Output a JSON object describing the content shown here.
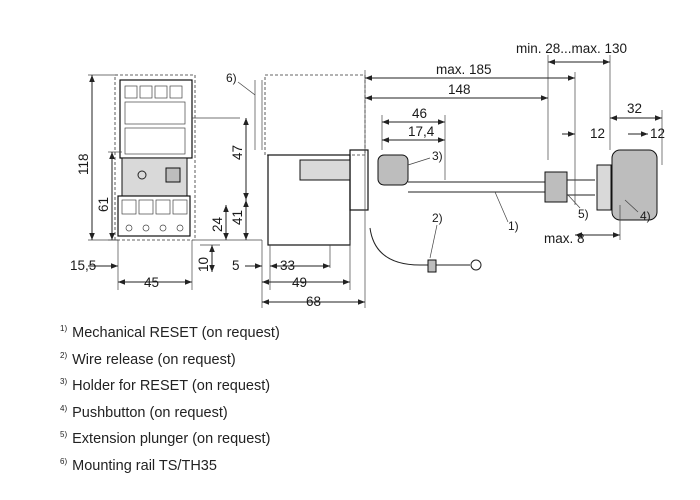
{
  "dimensions": {
    "min_max_range": "min. 28...max. 130",
    "max_185": "max. 185",
    "d148": "148",
    "d46": "46",
    "d17_4": "17,4",
    "d12_a": "12",
    "d32": "32",
    "d12_b": "12",
    "max_8": "max. 8",
    "d118": "118",
    "d61": "61",
    "d47": "47",
    "d41": "41",
    "d24": "24",
    "d10": "10",
    "d5": "5",
    "d15_5": "15,5",
    "d45": "45",
    "d33": "33",
    "d49": "49",
    "d68": "68"
  },
  "callouts": {
    "c1": "1)",
    "c2": "2)",
    "c3": "3)",
    "c4": "4)",
    "c5": "5)",
    "c6": "6)"
  },
  "legend": [
    {
      "mark": "1)",
      "text": "Mechanical RESET (on request)"
    },
    {
      "mark": "2)",
      "text": "Wire release (on request)"
    },
    {
      "mark": "3)",
      "text": "Holder for RESET (on request)"
    },
    {
      "mark": "4)",
      "text": "Pushbutton (on request)"
    },
    {
      "mark": "5)",
      "text": "Extension plunger (on request)"
    },
    {
      "mark": "6)",
      "text": "Mounting rail TS/TH35"
    }
  ]
}
